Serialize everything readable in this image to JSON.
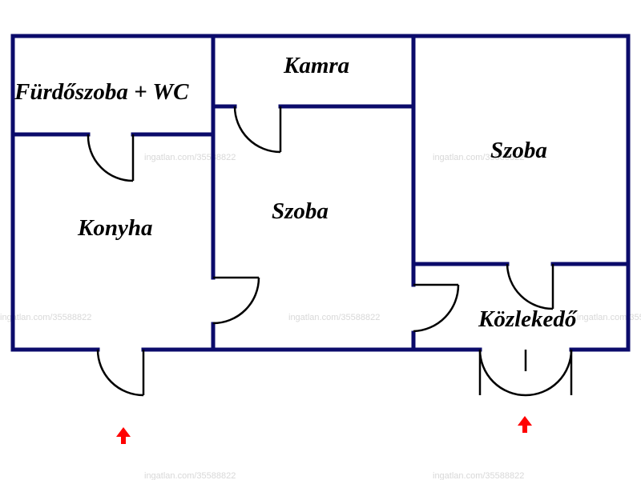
{
  "colors": {
    "wall": "#0b0b6b",
    "door": "#000000",
    "arrow": "#ff0000",
    "label": "#000000",
    "watermark": "#d8d8d8"
  },
  "rooms": {
    "bathroom": "Fürdőszoba + WC",
    "pantry": "Kamra",
    "kitchen": "Konyha",
    "room_middle": "Szoba",
    "room_right": "Szoba",
    "hallway": "Közlekedő"
  },
  "watermark_text": "ingatlan.com/35588822",
  "icons": {
    "entrance": "entrance-arrow-icon"
  }
}
